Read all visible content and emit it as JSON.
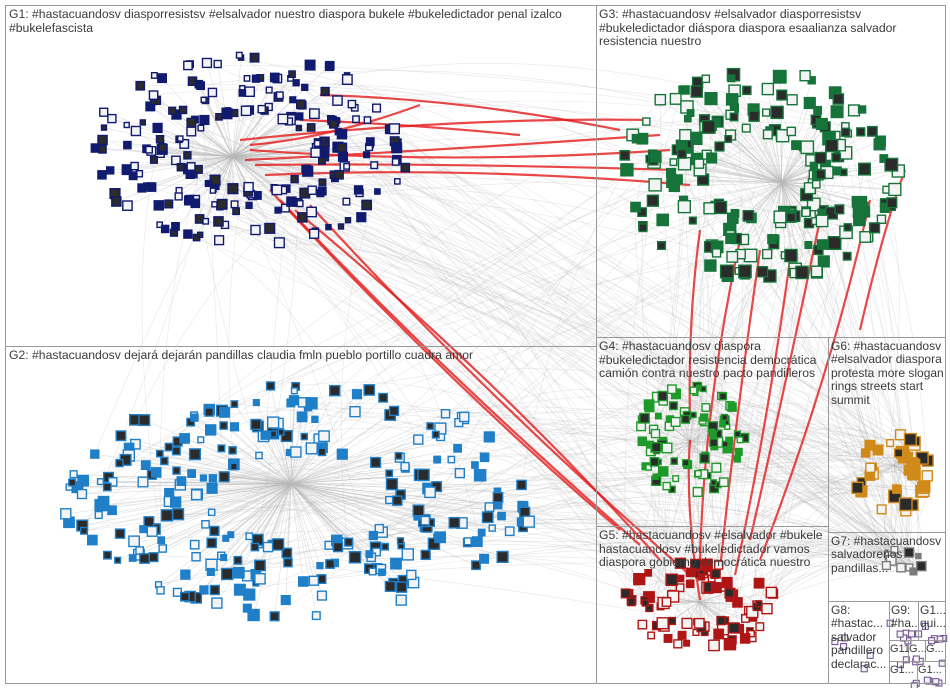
{
  "groups": [
    {
      "id": "G1",
      "label": "G1: #hastacuandosv diasporresistsv #elsalvador nuestro diaspora bukele #bukeledictador penal izalco #bukelefascista",
      "color": "#101a6e"
    },
    {
      "id": "G2",
      "label": "G2: #hastacuandosv dejará dejarán pandillas claudia fmln pueblo portillo cuadra amor",
      "color": "#1f7fc8"
    },
    {
      "id": "G3",
      "label": "G3: #hastacuandosv #elsalvador diasporresistsv #bukeledictador diáspora diaspora esaalianza salvador resistencia nuestro",
      "color": "#16743a"
    },
    {
      "id": "G4",
      "label": "G4: #hastacuandosv diaspora #bukeledictador resistencia democrática camión contra nuestro pacto pandilleros",
      "color": "#1e9a2a"
    },
    {
      "id": "G5",
      "label": "G5: #hastacuandosv #elsalvador #bukele hastacuandosv #bukeledictador vamos diaspora gobierno democrática nuestro",
      "color": "#b01515"
    },
    {
      "id": "G6",
      "label": "G6: #hastacuandosv #elsalvador diaspora protesta more slogan rings streets start summit",
      "color": "#d08a1a"
    },
    {
      "id": "G7",
      "label": "G7: #hastacuandosv salvadoreños pandillas...",
      "color": "#7a7a7a"
    },
    {
      "id": "G8",
      "label": "G8: #hastac... salvador pandillero declarac...",
      "color": "#6a4a8a"
    },
    {
      "id": "G9",
      "label": "G9: #ha...",
      "color": "#c43b8a"
    },
    {
      "id": "G10",
      "label": "G1... qui...",
      "color": "#3a8a9a"
    },
    {
      "id": "G11",
      "label": "G11",
      "color": "#8a6a3a"
    },
    {
      "id": "G12",
      "label": "G...",
      "color": "#5a5a5a"
    },
    {
      "id": "G13",
      "label": "G...",
      "color": "#5a5a5a"
    },
    {
      "id": "G14",
      "label": "G1...",
      "color": "#5a5a5a"
    },
    {
      "id": "G15",
      "label": "G1...",
      "color": "#5a5a5a"
    }
  ],
  "colors": {
    "background": "#ffffff",
    "border": "#9a9a9a",
    "edge_gray": "#b9b9b9",
    "edge_red": "#e41a1a",
    "text": "#3b3b3b"
  }
}
